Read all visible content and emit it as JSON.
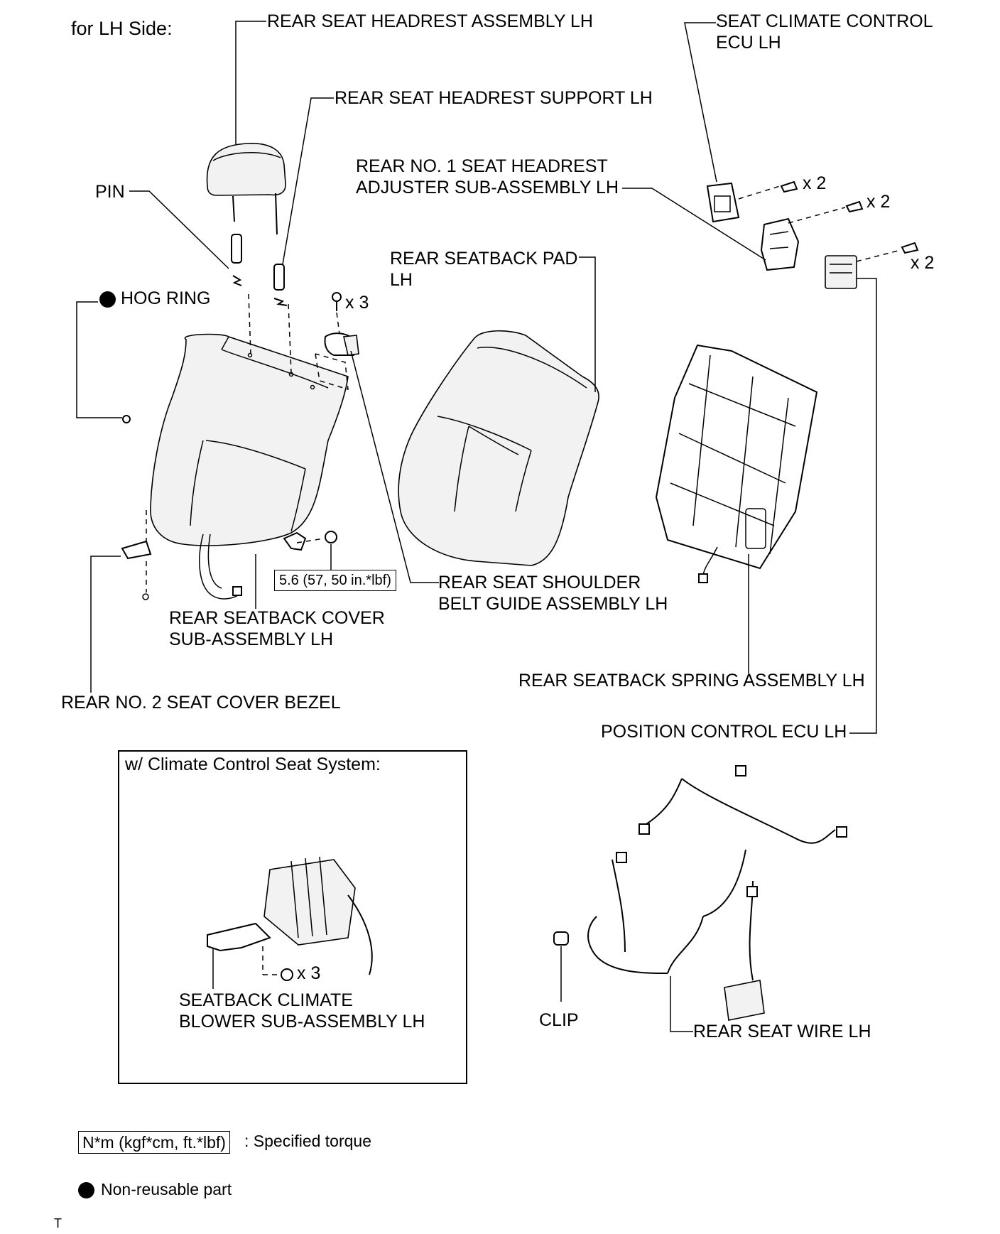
{
  "title": "for LH Side:",
  "labels": {
    "headrest": "REAR SEAT HEADREST ASSEMBLY LH",
    "headrest_support": "REAR SEAT HEADREST SUPPORT LH",
    "climate_ecu_line1": "SEAT CLIMATE CONTROL",
    "climate_ecu_line2": "ECU LH",
    "pin": "PIN",
    "adjuster_line1": "REAR NO. 1 SEAT HEADREST",
    "adjuster_line2": "ADJUSTER SUB-ASSEMBLY LH",
    "hog_ring": "HOG RING",
    "seatback_pad_line1": "REAR SEATBACK PAD",
    "seatback_pad_line2": "LH",
    "belt_guide_line1": "REAR SEAT SHOULDER",
    "belt_guide_line2": "BELT GUIDE ASSEMBLY LH",
    "seatback_cover_line1": "REAR SEATBACK COVER",
    "seatback_cover_line2": "SUB-ASSEMBLY LH",
    "cover_bezel": "REAR NO. 2 SEAT COVER BEZEL",
    "spring_assembly": "REAR SEATBACK SPRING ASSEMBLY LH",
    "position_ecu": "POSITION CONTROL ECU LH",
    "clip": "CLIP",
    "rear_seat_wire": "REAR SEAT WIRE LH",
    "blower_line1": "SEATBACK CLIMATE",
    "blower_line2": "BLOWER SUB-ASSEMBLY LH"
  },
  "quantities": {
    "ecu_screws": "x 2",
    "adjuster_screws": "x 2",
    "position_ecu_screws": "x 2",
    "belt_guide_screws": "x 3",
    "blower_nuts": "x 3"
  },
  "torque_spec": "5.6 (57, 50 in.*lbf)",
  "inset_title": "w/ Climate Control Seat System:",
  "legend": {
    "torque_units": "N*m (kgf*cm, ft.*lbf)",
    "torque_desc": ": Specified torque",
    "nonreusable_desc": "Non-reusable part"
  },
  "corner_mark": "T"
}
